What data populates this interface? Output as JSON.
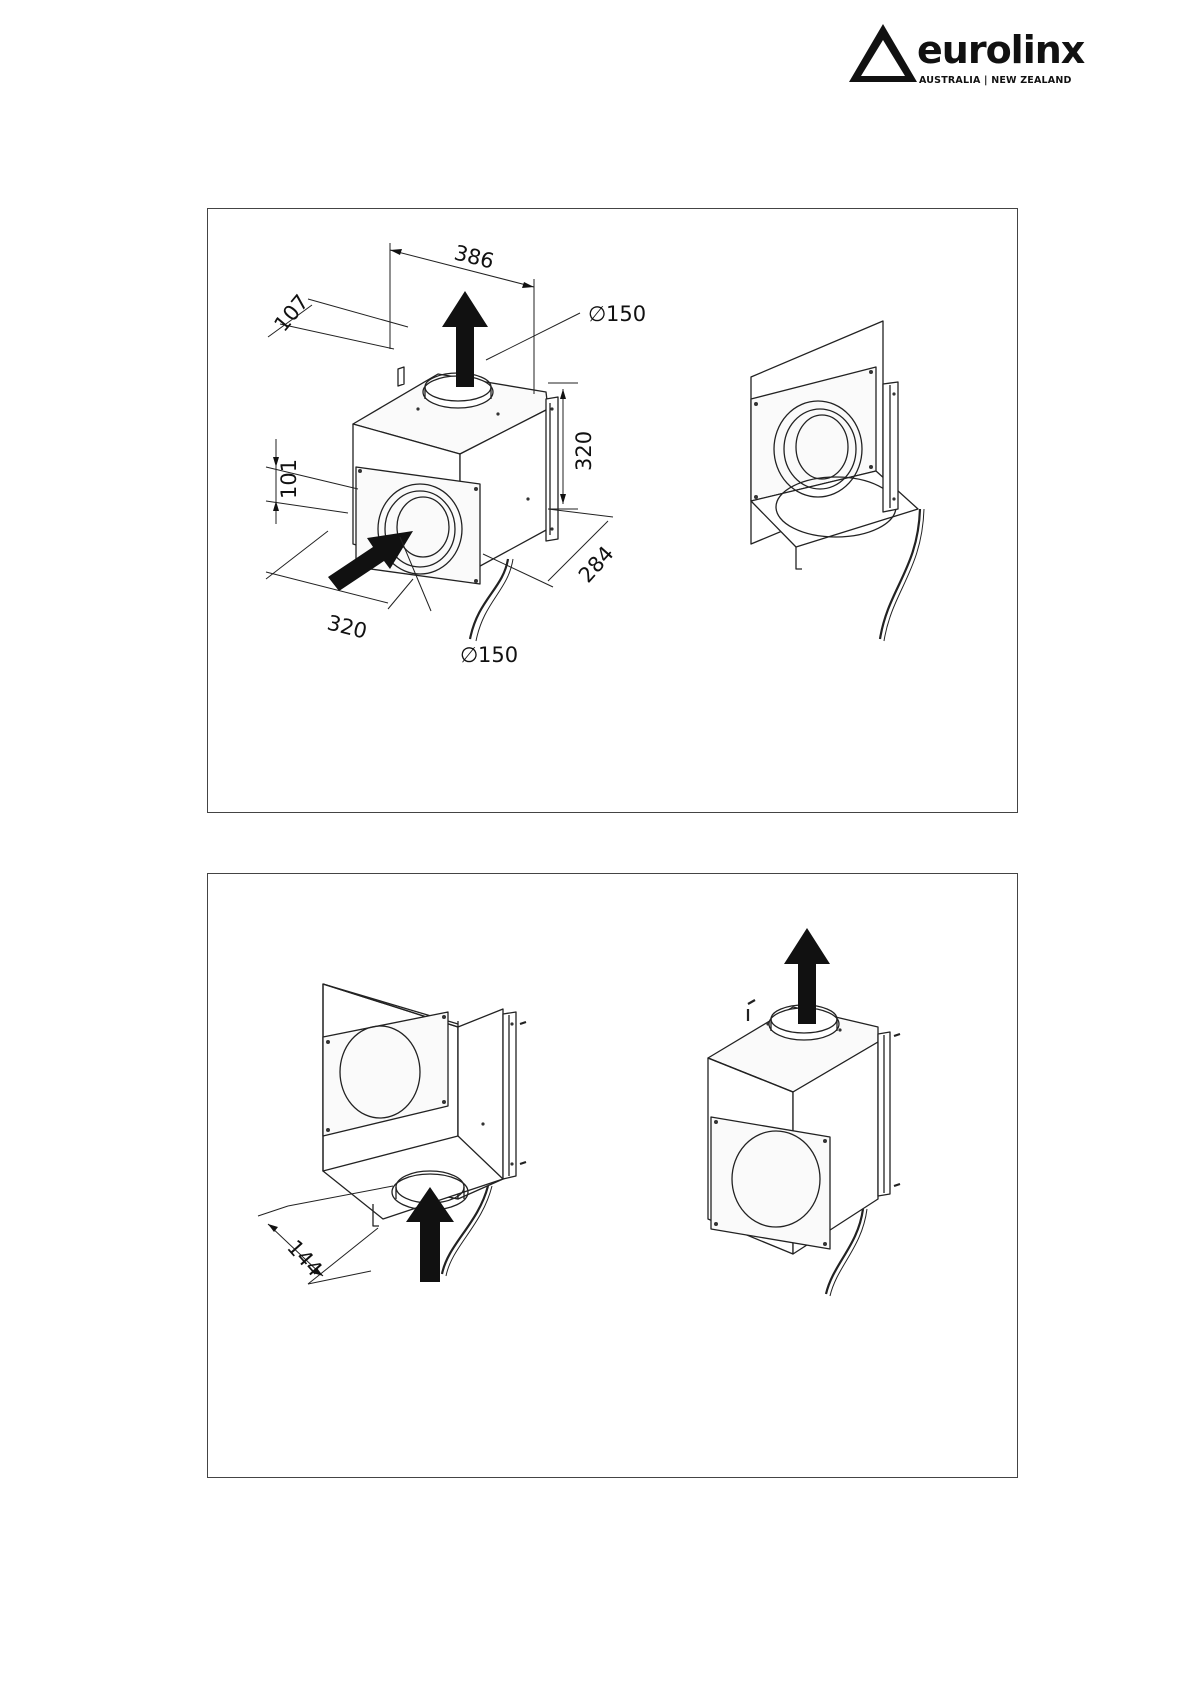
{
  "brand": {
    "name": "eurolinx",
    "tagline": "AUSTRALIA | NEW ZEALAND"
  },
  "panels": [
    {
      "dimensions": {
        "width_top": "386",
        "offset_back": "107",
        "outlet_diameter": "150",
        "height": "320",
        "inlet_offset": "101",
        "depth": "284",
        "width_front": "320",
        "inlet_diameter": "150"
      },
      "diameter_symbol": "∅"
    },
    {
      "dimensions": {
        "offset_side": "144"
      }
    }
  ]
}
